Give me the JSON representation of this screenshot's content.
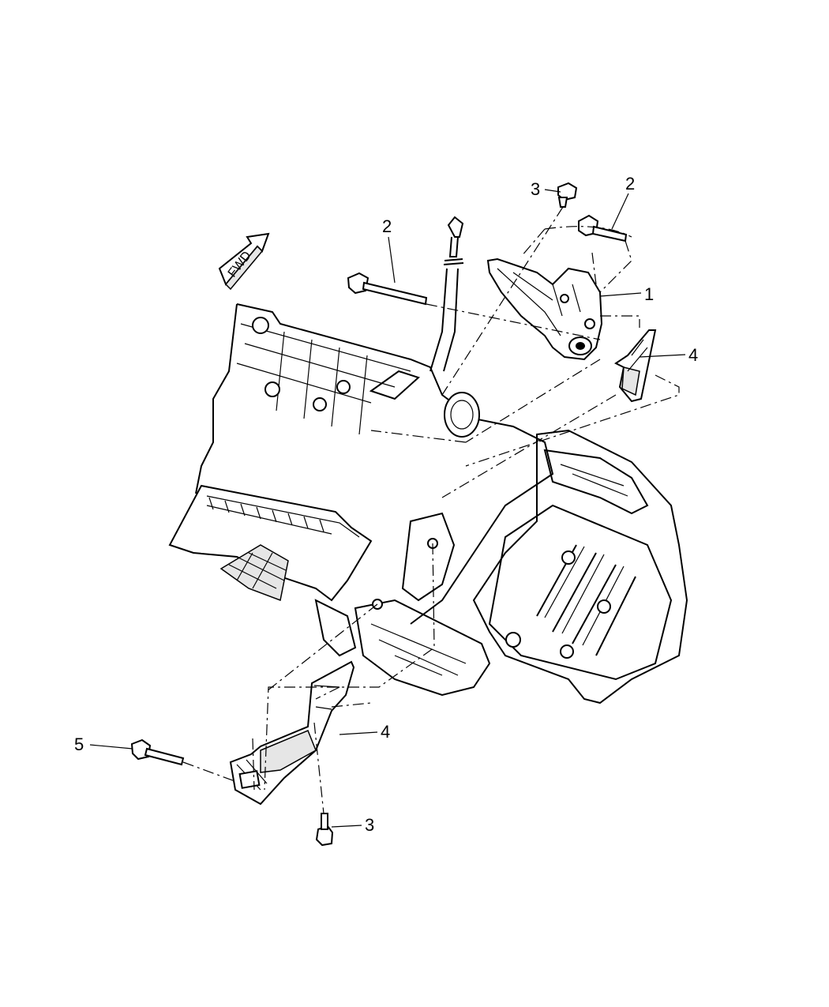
{
  "diagram": {
    "direction_arrow": {
      "label": "FWD"
    },
    "callouts": [
      {
        "id": "c1",
        "text": "1"
      },
      {
        "id": "c2a",
        "text": "2"
      },
      {
        "id": "c2b",
        "text": "2"
      },
      {
        "id": "c3a",
        "text": "3"
      },
      {
        "id": "c3b",
        "text": "3"
      },
      {
        "id": "c4a",
        "text": "4"
      },
      {
        "id": "c4b",
        "text": "4"
      },
      {
        "id": "c5",
        "text": "5"
      }
    ]
  }
}
